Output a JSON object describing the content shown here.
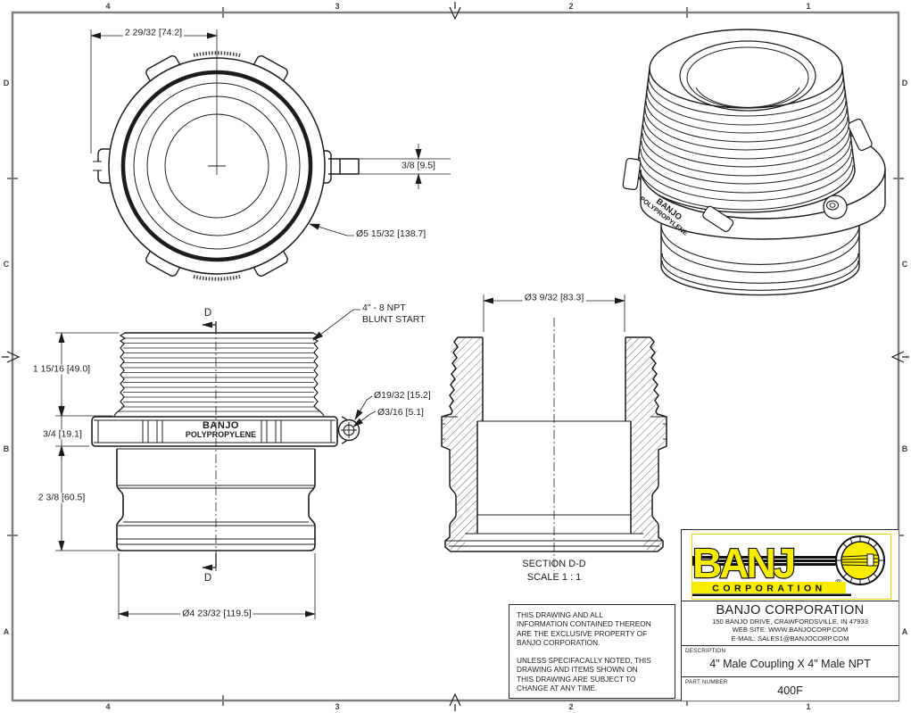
{
  "sheet": {
    "zones_top": [
      "4",
      "3",
      "2",
      "1"
    ],
    "zones_bottom": [
      "4",
      "3",
      "2",
      "1"
    ],
    "zones_left": [
      "D",
      "C",
      "B",
      "A"
    ],
    "zones_right": [
      "D",
      "C",
      "B",
      "A"
    ]
  },
  "front_view": {
    "dim_width": "2 29/32 [74.2]",
    "dim_tab": "3/8 [9.5]",
    "dim_od": "Ø5 15/32 [138.7]"
  },
  "side_view": {
    "thread_note_line1": "4\" - 8 NPT",
    "thread_note_line2": "BLUNT START",
    "dim_thread_len": "1 15/16 [49.0]",
    "dim_nut": "3/4 [19.1]",
    "dim_lower": "2 3/8 [60.5]",
    "dim_od": "Ø4 23/32 [119.5]",
    "dim_ear_boss": "Ø19/32 [15.2]",
    "dim_ear_hole": "Ø3/16 [5.1]",
    "section_mark": "D",
    "brand_line1": "BANJO",
    "brand_line2": "POLYPROPYLENE"
  },
  "section_view": {
    "dim_bore": "Ø3 9/32 [83.3]",
    "label": "SECTION D-D",
    "scale": "SCALE 1 : 1"
  },
  "notes": {
    "para1": [
      "THIS DRAWING AND ALL",
      "INFORMATION CONTAINED THEREON",
      "ARE THE EXCLUSIVE PROPERTY OF",
      "BANJO CORPORATION."
    ],
    "para2": [
      "UNLESS SPECIFACALLY NOTED, THIS",
      "DRAWING AND ITEMS SHOWN ON",
      "THIS DRAWING ARE SUBJECT TO",
      "CHANGE AT ANY TIME."
    ]
  },
  "title_block": {
    "logo": {
      "brand": "BANJ",
      "registered": "®",
      "corporation": "CORPORATION"
    },
    "company": "BANJO CORPORATION",
    "address": "150 BANJO DRIVE, CRAWFORDSVILLE, IN 47933",
    "web": "WEB SITE: WWW.BANJOCORP.COM",
    "email": "E-MAIL: SALES1@BANJOCORP.COM",
    "description_label": "DESCRIPTION",
    "description": "4\" Male Coupling X 4\" Male NPT",
    "part_number_label": "PART NUMBER",
    "part_number": "400F"
  },
  "colors": {
    "line": "#1c1c1c",
    "frame": "#7d7d7d",
    "logo_yellow": "#f8ec00"
  }
}
